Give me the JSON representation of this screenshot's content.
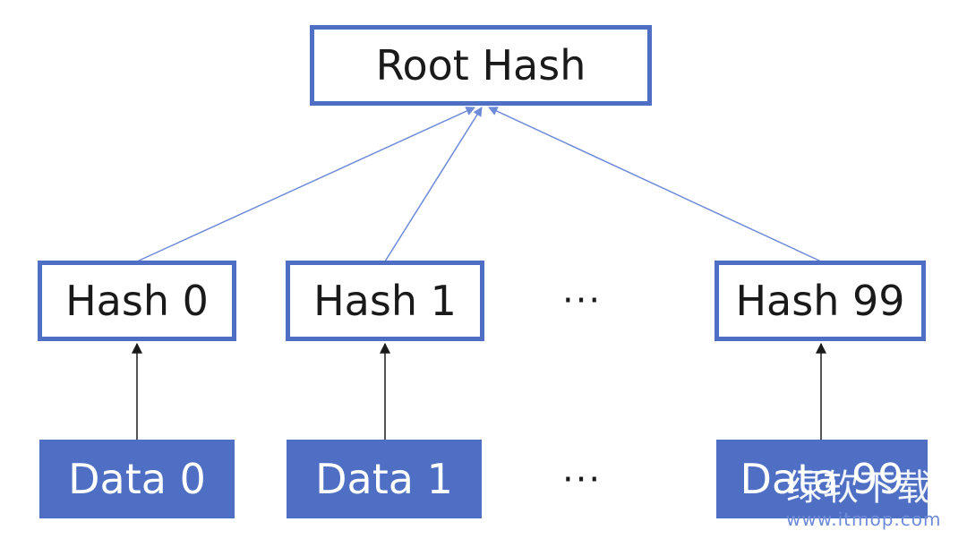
{
  "colors": {
    "accent": "#4F6FC4",
    "edge_top": "#6E8BD9",
    "edge_bottom": "#1a1a1a",
    "text": "#1a1a1a",
    "data_text": "#ffffff"
  },
  "diagram": {
    "root": {
      "label": "Root Hash"
    },
    "hashes": [
      {
        "label": "Hash 0"
      },
      {
        "label": "Hash 1"
      },
      {
        "label": "Hash 99"
      }
    ],
    "hash_ellipsis": "···",
    "data": [
      {
        "label": "Data 0"
      },
      {
        "label": "Data 1"
      },
      {
        "label": "Data 99"
      }
    ],
    "data_ellipsis": "···"
  },
  "watermark": {
    "text": "绿软下载",
    "url": "www.itmop.com"
  }
}
